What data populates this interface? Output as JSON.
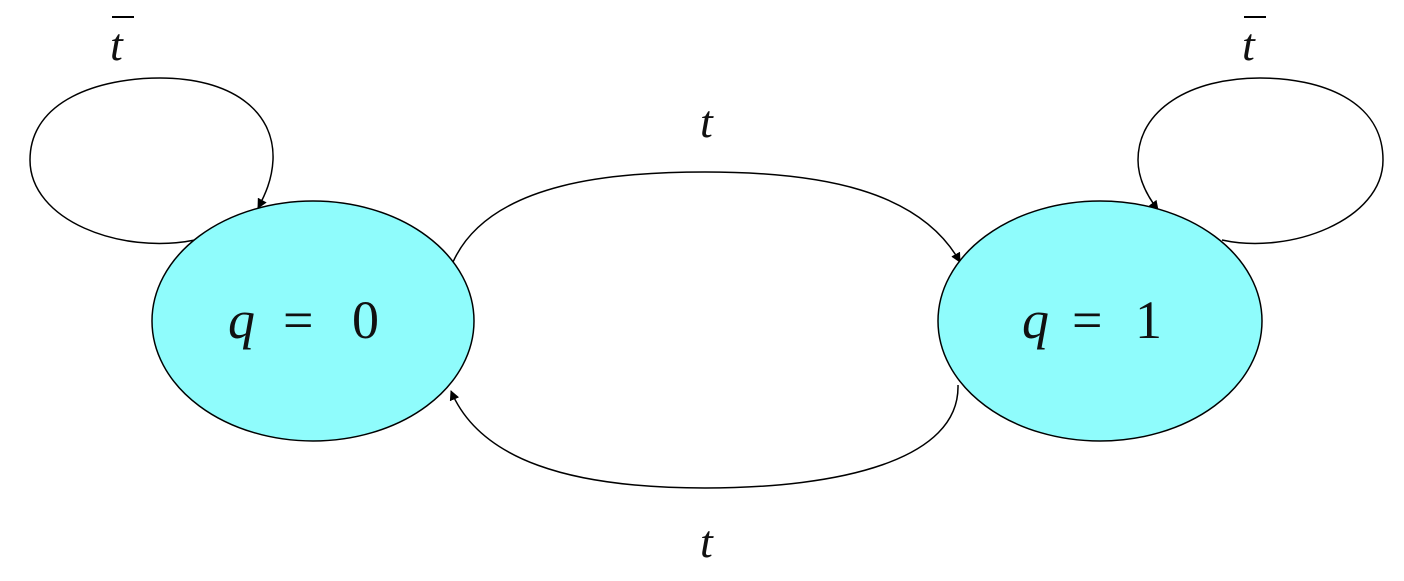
{
  "diagram": {
    "type": "state-machine",
    "fill_color": "#8ffcfc",
    "states": [
      {
        "id": "q0",
        "var": "q",
        "eq": "=",
        "value": "0"
      },
      {
        "id": "q1",
        "var": "q",
        "eq": "=",
        "value": "1"
      }
    ],
    "transitions": [
      {
        "from": "q0",
        "to": "q0",
        "label": "t",
        "overbar": true
      },
      {
        "from": "q1",
        "to": "q1",
        "label": "t",
        "overbar": true
      },
      {
        "from": "q0",
        "to": "q1",
        "label": "t",
        "overbar": false
      },
      {
        "from": "q1",
        "to": "q0",
        "label": "t",
        "overbar": false
      }
    ]
  }
}
